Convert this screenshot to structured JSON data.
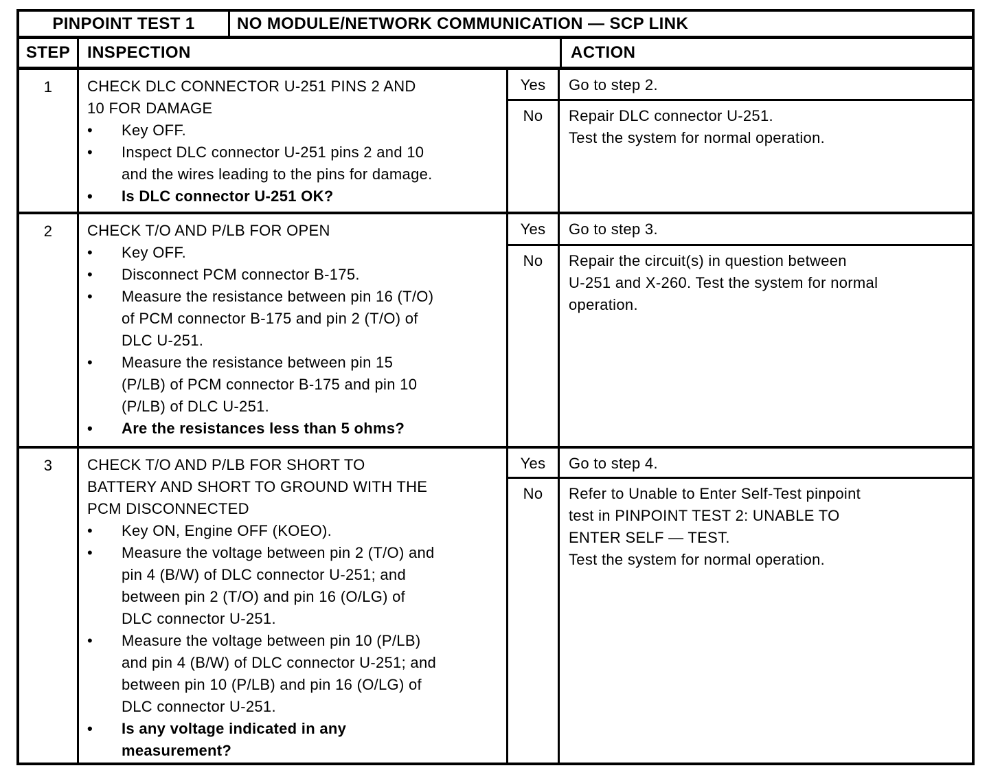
{
  "header": {
    "test_label": "PINPOINT TEST 1",
    "test_title": "NO MODULE/NETWORK COMMUNICATION — SCP LINK"
  },
  "columns": {
    "step": "STEP",
    "inspection": "INSPECTION",
    "action": "ACTION"
  },
  "bullet_glyph": "•",
  "steps": [
    {
      "step": "1",
      "title": "CHECK DLC CONNECTOR U-251 PINS 2 AND\n10 FOR DAMAGE",
      "bullets": [
        {
          "text": "Key OFF.",
          "bold": false
        },
        {
          "text": "Inspect DLC connector U-251 pins 2 and 10\nand the wires leading to the pins for damage.",
          "bold": false
        },
        {
          "text": "Is DLC connector U-251 OK?",
          "bold": true
        }
      ],
      "yes": {
        "label": "Yes",
        "action": "Go to step 2."
      },
      "no": {
        "label": "No",
        "action": "Repair DLC connector U-251.\nTest the system for normal operation."
      }
    },
    {
      "step": "2",
      "title": "CHECK T/O AND P/LB FOR OPEN",
      "bullets": [
        {
          "text": "Key OFF.",
          "bold": false
        },
        {
          "text": "Disconnect PCM connector B-175.",
          "bold": false
        },
        {
          "text": "Measure the resistance between pin 16 (T/O)\nof PCM connector B-175 and pin 2 (T/O) of\nDLC U-251.",
          "bold": false
        },
        {
          "text": "Measure the resistance between pin 15\n(P/LB) of PCM connector B-175 and pin 10\n(P/LB) of DLC U-251.",
          "bold": false
        },
        {
          "text": "Are the resistances less than 5 ohms?",
          "bold": true
        }
      ],
      "yes": {
        "label": "Yes",
        "action": "Go to step 3."
      },
      "no": {
        "label": "No",
        "action": "Repair the circuit(s) in question between\nU-251 and X-260. Test the system for normal\noperation."
      }
    },
    {
      "step": "3",
      "title": "CHECK T/O AND P/LB FOR SHORT TO\nBATTERY AND SHORT TO GROUND WITH THE\nPCM DISCONNECTED",
      "bullets": [
        {
          "text": "Key ON, Engine OFF (KOEO).",
          "bold": false
        },
        {
          "text": "Measure the voltage between pin 2 (T/O) and\npin 4 (B/W) of DLC connector U-251; and\nbetween pin 2 (T/O) and pin 16 (O/LG) of\nDLC connector U-251.",
          "bold": false
        },
        {
          "text": "Measure the voltage between pin 10 (P/LB)\nand pin 4 (B/W) of DLC connector U-251; and\nbetween pin 10 (P/LB) and pin 16 (O/LG) of\nDLC connector U-251.",
          "bold": false
        },
        {
          "text": "Is any voltage indicated in any\nmeasurement?",
          "bold": true
        }
      ],
      "yes": {
        "label": "Yes",
        "action": "Go to step 4."
      },
      "no": {
        "label": "No",
        "action": "Refer to Unable to Enter Self-Test pinpoint\ntest in PINPOINT TEST 2: UNABLE TO\nENTER SELF — TEST.\nTest the system for normal operation."
      }
    }
  ]
}
